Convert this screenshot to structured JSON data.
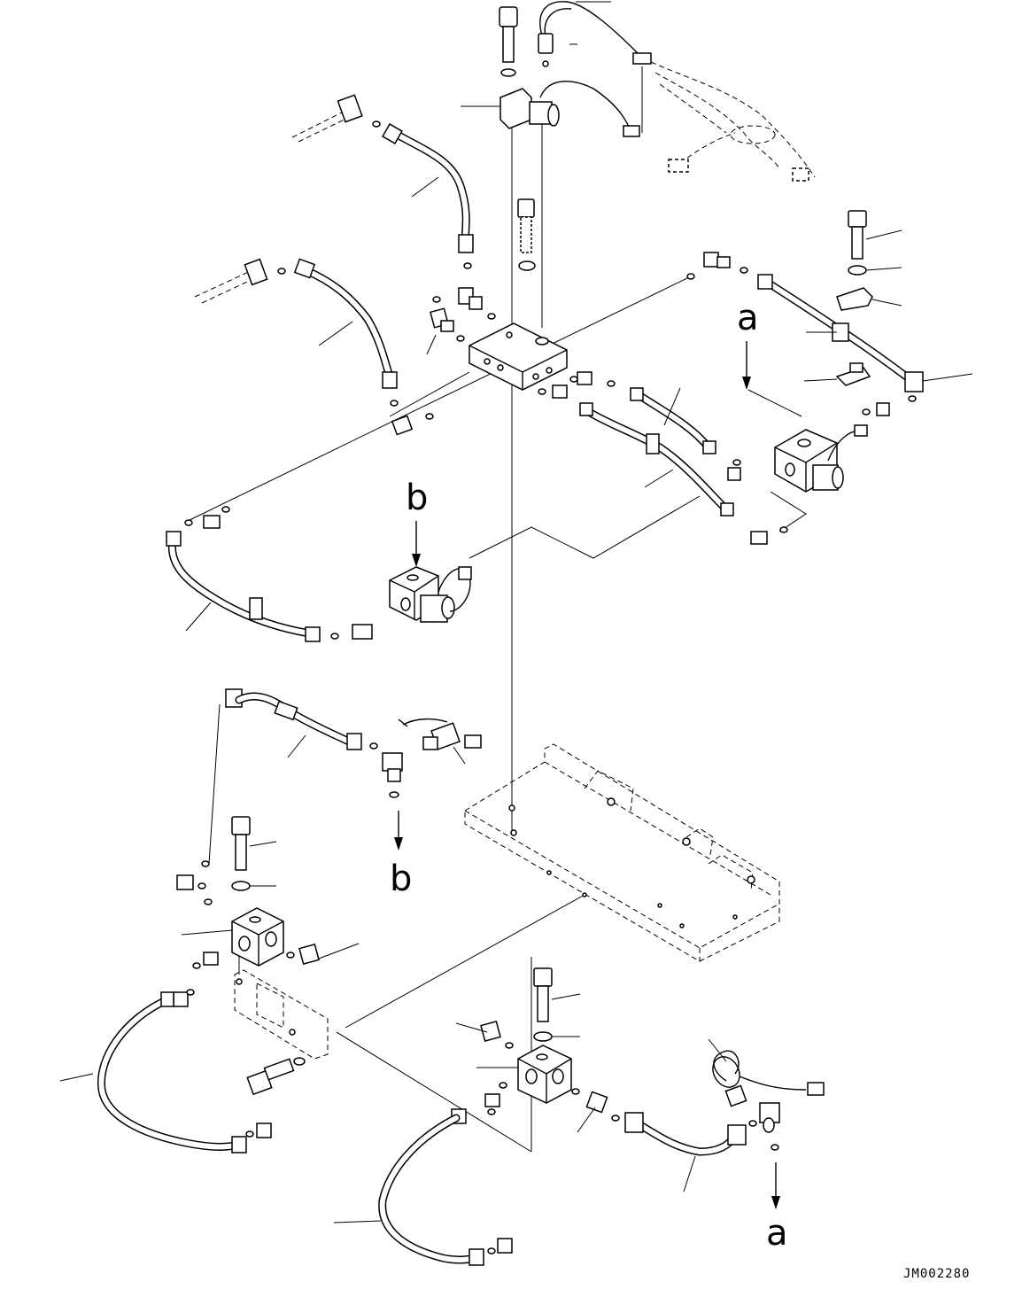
{
  "view_labels": {
    "a_top": "a",
    "b_mid": "b",
    "b_low": "b",
    "a_bottom": "a"
  },
  "drawing_code": "JM002280"
}
